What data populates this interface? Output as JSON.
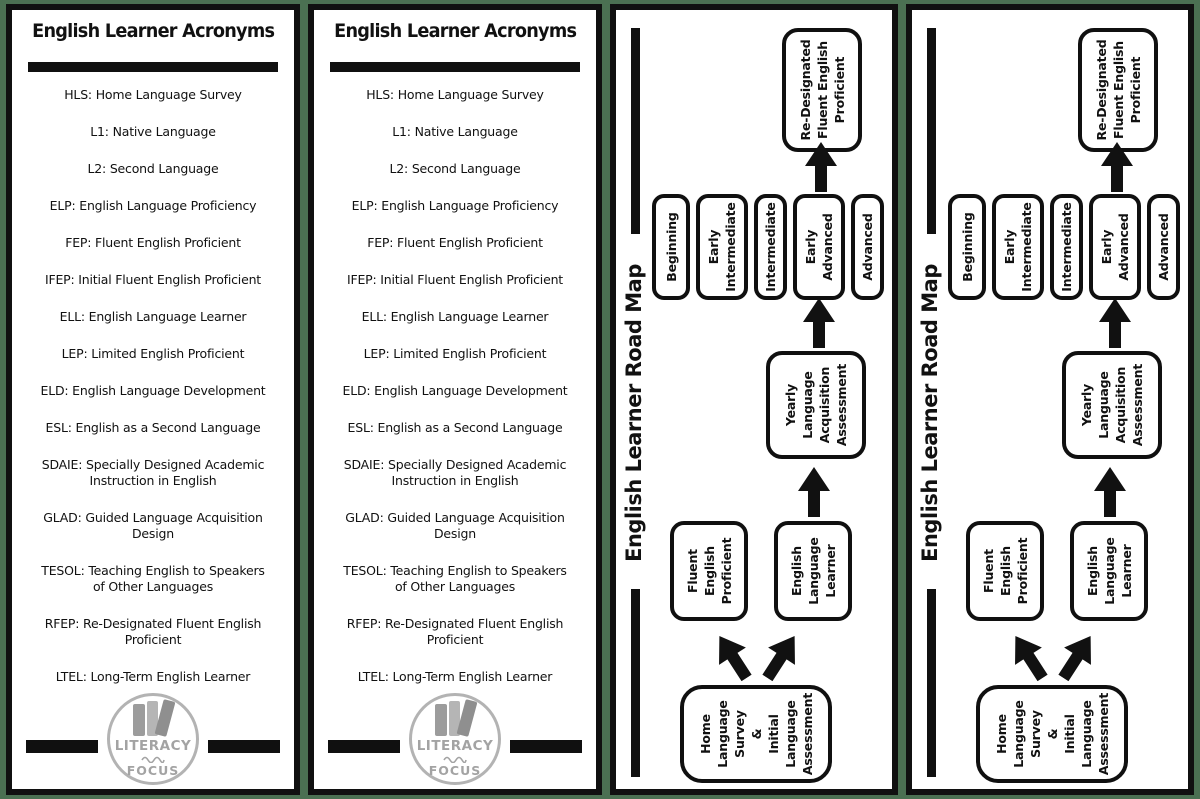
{
  "colors": {
    "frame_green": "#4b7052",
    "ink_black": "#101010",
    "logo_gray": "#a3a3a3"
  },
  "acronyms": {
    "title": "English Learner Acronyms",
    "entries": [
      [
        "HLS: Home Language Survey"
      ],
      [
        "L1: Native Language"
      ],
      [
        "L2: Second Language"
      ],
      [
        "ELP: English Language Proficiency"
      ],
      [
        "FEP: Fluent English Proficient"
      ],
      [
        "IFEP: Initial Fluent English Proficient"
      ],
      [
        "ELL: English Language Learner"
      ],
      [
        "LEP: Limited English Proficient"
      ],
      [
        "ELD: English Language Development"
      ],
      [
        "ESL: English as a Second Language"
      ],
      [
        "SDAIE: Specially Designed Academic",
        "Instruction in English"
      ],
      [
        "GLAD: Guided Language Acquisition",
        "Design"
      ],
      [
        "TESOL: Teaching English to Speakers",
        "of Other Languages"
      ],
      [
        "RFEP: Re-Designated Fluent English",
        "Proficient"
      ],
      [
        "LTEL: Long-Term English Learner"
      ]
    ]
  },
  "logo": {
    "line1": "LITERACY",
    "line2": "FOCUS"
  },
  "roadmap": {
    "title": "English Learner Road Map",
    "nodes": {
      "hls": [
        "Home",
        "Language",
        "Survey",
        "&",
        "Initial",
        "Language",
        "Assessment"
      ],
      "fep": [
        "Fluent",
        "English",
        "Proficient"
      ],
      "ell": [
        "English",
        "Language",
        "Learner"
      ],
      "yearly": [
        "Yearly",
        "Language",
        "Acquisition",
        "Assessment"
      ],
      "beginning": [
        "Beginning"
      ],
      "early_intermediate": [
        "Early",
        "Intermediate"
      ],
      "intermediate": [
        "Intermediate"
      ],
      "early_advanced": [
        "Early",
        "Advanced"
      ],
      "advanced": [
        "Advanced"
      ],
      "redesignated": [
        "Re-Designated",
        "Fluent English",
        "Proficient"
      ]
    }
  }
}
